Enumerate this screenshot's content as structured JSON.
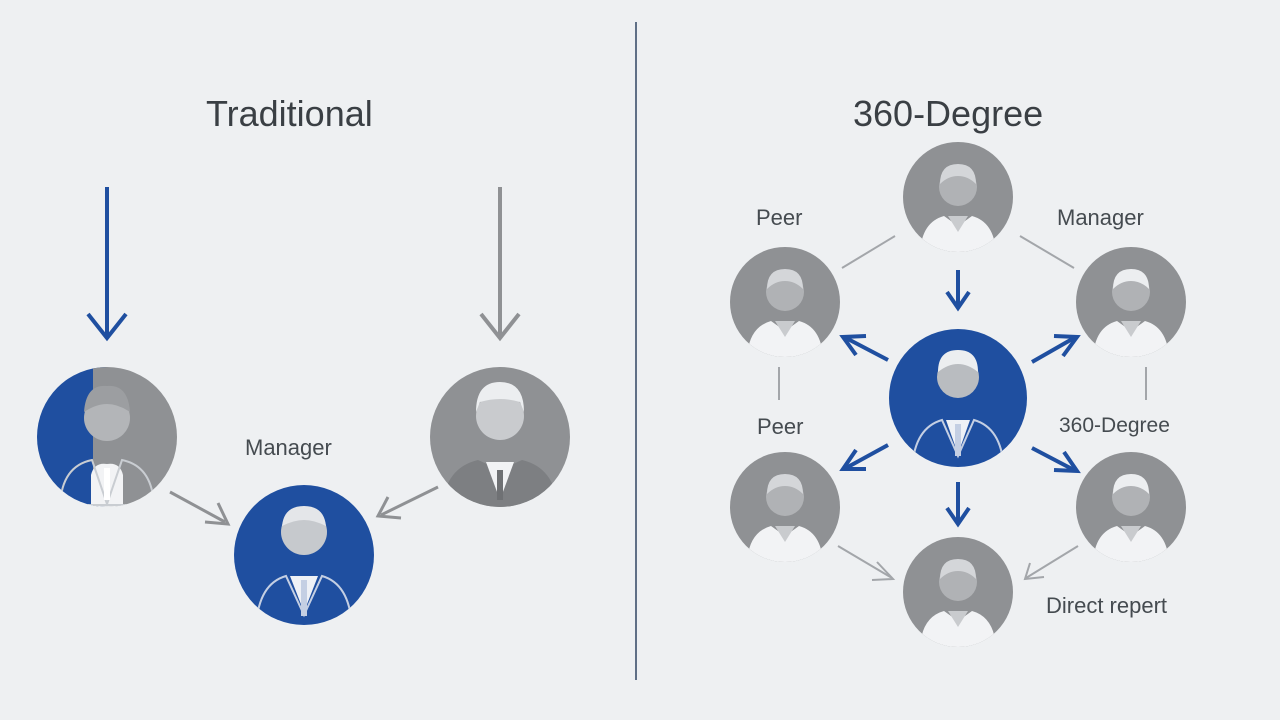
{
  "colors": {
    "background": "#eef0f2",
    "blue": "#1f4fa0",
    "gray": "#8f9194",
    "text": "#3f4549"
  },
  "traditional": {
    "title": "Traditional",
    "manager_label": "Manager"
  },
  "degree360": {
    "title": "360-Degree",
    "labels": {
      "peer_top": "Peer",
      "manager": "Manager",
      "peer_mid": "Peer",
      "degree_right": "360-Degree",
      "direct_report": "Direct repert"
    }
  }
}
